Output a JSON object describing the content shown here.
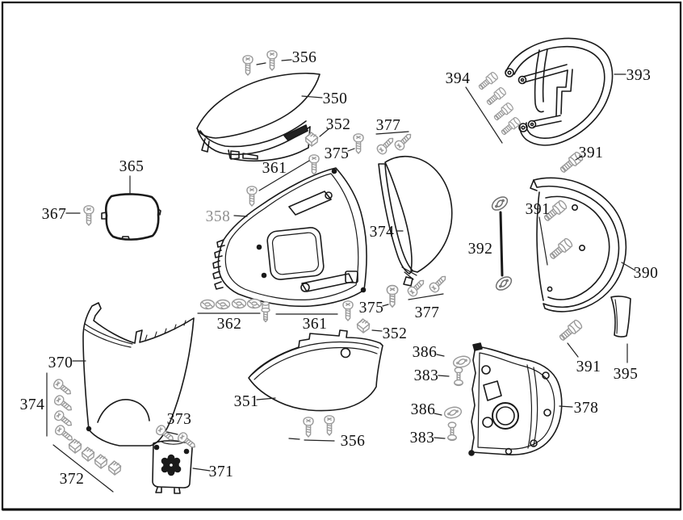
{
  "diagram": {
    "type": "exploded-parts-diagram",
    "subject": "scooter-body-panel-assembly",
    "background_color": "#ffffff",
    "border_color": "#000000",
    "part_line_color": "#1a1a1a",
    "fastener_line_color": "#9a9a9a",
    "label_color": "#111111",
    "muted_label_color": "#8f8f8f",
    "labels": [
      {
        "name": "label-356-top",
        "part": "356"
      },
      {
        "name": "label-350",
        "part": "350"
      },
      {
        "name": "label-352-top",
        "part": "352"
      },
      {
        "name": "label-375-top",
        "part": "375"
      },
      {
        "name": "label-377-top",
        "part": "377"
      },
      {
        "name": "label-394",
        "part": "394"
      },
      {
        "name": "label-393",
        "part": "393"
      },
      {
        "name": "label-391-top",
        "part": "391"
      },
      {
        "name": "label-365",
        "part": "365"
      },
      {
        "name": "label-367",
        "part": "367"
      },
      {
        "name": "label-361-top",
        "part": "361"
      },
      {
        "name": "label-358",
        "part": "358"
      },
      {
        "name": "label-374-windshield",
        "part": "374"
      },
      {
        "name": "label-392",
        "part": "392"
      },
      {
        "name": "label-391-middle",
        "part": "391"
      },
      {
        "name": "label-390",
        "part": "390"
      },
      {
        "name": "label-362",
        "part": "362"
      },
      {
        "name": "label-361-bottom",
        "part": "361"
      },
      {
        "name": "label-375-bottom",
        "part": "375"
      },
      {
        "name": "label-377-middle",
        "part": "377"
      },
      {
        "name": "label-352-middle",
        "part": "352"
      },
      {
        "name": "label-370",
        "part": "370"
      },
      {
        "name": "label-374-screw-set",
        "part": "374"
      },
      {
        "name": "label-372",
        "part": "372"
      },
      {
        "name": "label-373",
        "part": "373"
      },
      {
        "name": "label-371",
        "part": "371"
      },
      {
        "name": "label-351",
        "part": "351"
      },
      {
        "name": "label-356-bottom",
        "part": "356"
      },
      {
        "name": "label-386-upper",
        "part": "386"
      },
      {
        "name": "label-383-upper",
        "part": "383"
      },
      {
        "name": "label-386-lower",
        "part": "386"
      },
      {
        "name": "label-383-lower",
        "part": "383"
      },
      {
        "name": "label-378",
        "part": "378"
      },
      {
        "name": "label-391-bottom",
        "part": "391"
      },
      {
        "name": "label-395",
        "part": "395"
      }
    ],
    "drawn_parts": [
      {
        "part": "350",
        "shape": "curved-top-cover"
      },
      {
        "part": "351",
        "shape": "lower-curved-panel"
      },
      {
        "part": "352",
        "shape": "clip-nut"
      },
      {
        "part": "356",
        "shape": "screw-pair"
      },
      {
        "part": "358",
        "shape": "center-panel-with-opening"
      },
      {
        "part": "361",
        "shape": "screws"
      },
      {
        "part": "362",
        "shape": "washer-row"
      },
      {
        "part": "365",
        "shape": "gasket-ring"
      },
      {
        "part": "367",
        "shape": "screw"
      },
      {
        "part": "370",
        "shape": "leg-shield-panel"
      },
      {
        "part": "371",
        "shape": "grille-plate"
      },
      {
        "part": "372",
        "shape": "clip-nut-row"
      },
      {
        "part": "373",
        "shape": "screw-pair"
      },
      {
        "part": "374",
        "shape": "windshield-and-screw-column"
      },
      {
        "part": "375",
        "shape": "screws"
      },
      {
        "part": "377",
        "shape": "screw-pairs"
      },
      {
        "part": "378",
        "shape": "housing-with-ring"
      },
      {
        "part": "383",
        "shape": "flanged-screws"
      },
      {
        "part": "386",
        "shape": "oval-grommets"
      },
      {
        "part": "390",
        "shape": "crescent-cover"
      },
      {
        "part": "391",
        "shape": "flanged-bolts"
      },
      {
        "part": "392",
        "shape": "long-rod-with-grommets"
      },
      {
        "part": "393",
        "shape": "tubular-carrier-rack"
      },
      {
        "part": "394",
        "shape": "flanged-bolt-set"
      },
      {
        "part": "395",
        "shape": "trim-strip"
      }
    ]
  }
}
